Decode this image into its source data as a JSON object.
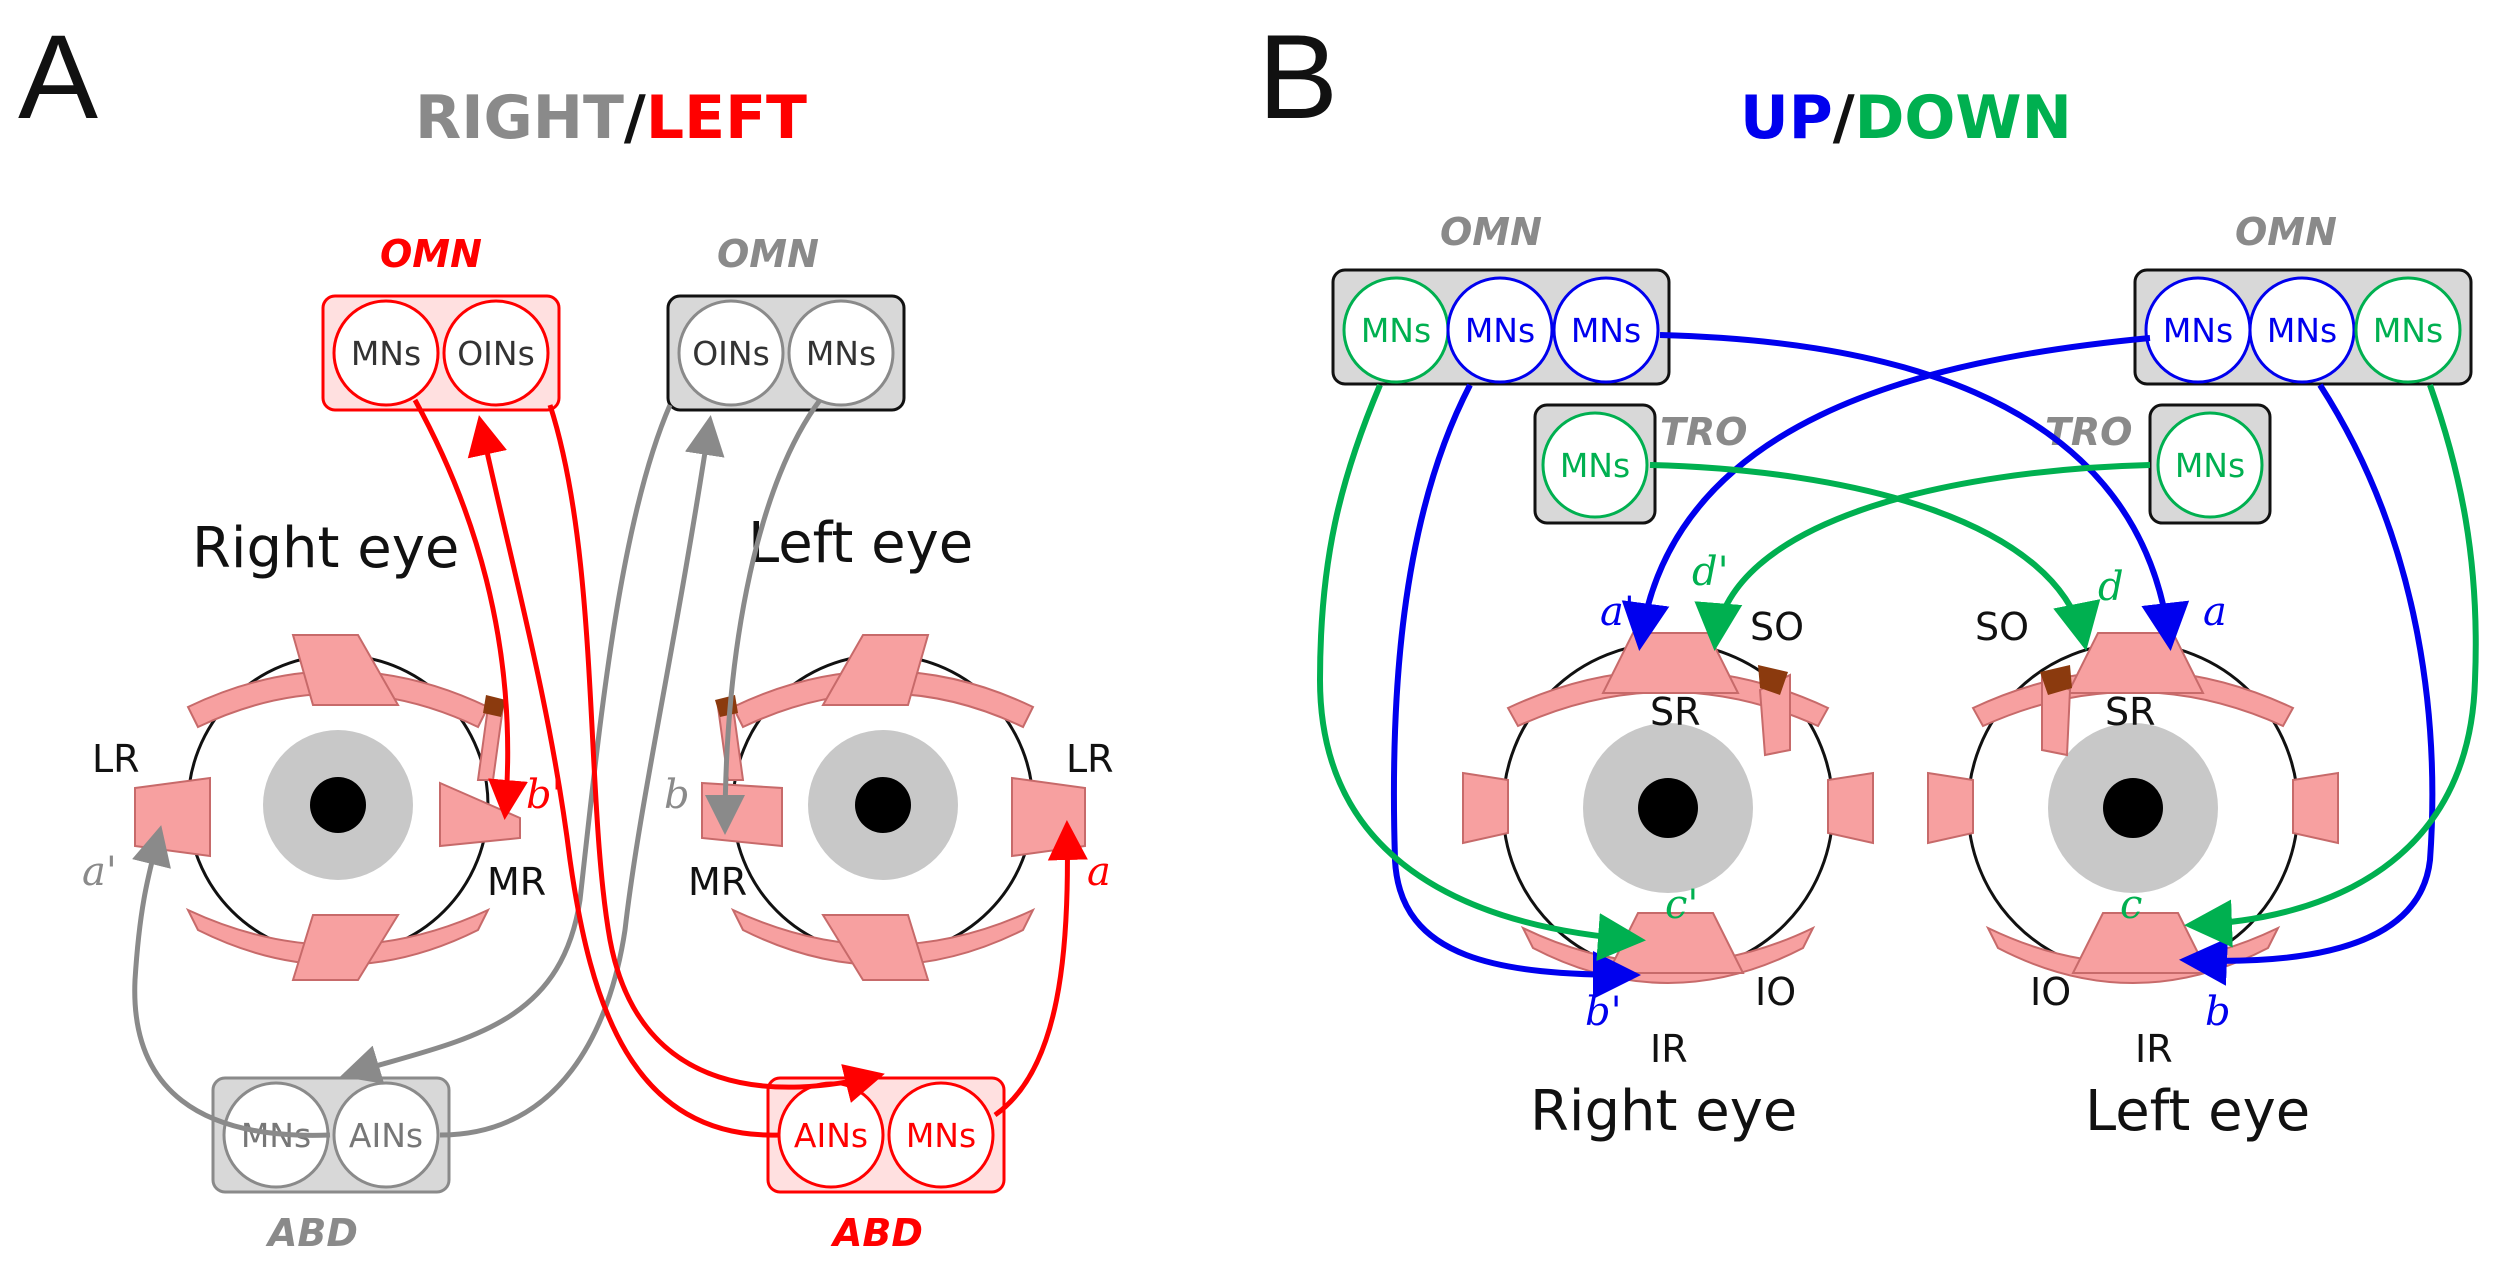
{
  "colors": {
    "gray": "#8a8a8a",
    "red": "#ff0000",
    "blue": "#0000ee",
    "green": "#00b050",
    "muscle_fill": "#f7a0a0",
    "muscle_stroke": "#c76a6a",
    "tendon": "#8b3a0e",
    "box_gray": "#d8d8d8"
  },
  "panel_a": {
    "letter": "A",
    "title_right": "RIGHT",
    "title_sep": "/",
    "title_left": "LEFT",
    "omn_red": {
      "label": "OMN",
      "cells": [
        "MNs",
        "OINs"
      ]
    },
    "omn_gray": {
      "label": "OMN",
      "cells": [
        "OINs",
        "MNs"
      ]
    },
    "abd_gray": {
      "label": "ABD",
      "cells": [
        "MNs",
        "AINs"
      ]
    },
    "abd_red": {
      "label": "ABD",
      "cells": [
        "AINs",
        "MNs"
      ]
    },
    "right_eye_label": "Right eye",
    "left_eye_label": "Left eye",
    "muscles": {
      "lr_right": "LR",
      "mr_right": "MR",
      "mr_left": "MR",
      "lr_left": "LR"
    },
    "path_letters": {
      "a_prime": "a'",
      "b_prime": "b'",
      "b": "b",
      "a": "a"
    }
  },
  "panel_b": {
    "letter": "B",
    "title_up": "UP",
    "title_sep": "/",
    "title_down": "DOWN",
    "omn_left": {
      "label": "OMN",
      "cells": [
        "MNs",
        "MNs",
        "MNs"
      ]
    },
    "omn_right": {
      "label": "OMN",
      "cells": [
        "MNs",
        "MNs",
        "MNs"
      ]
    },
    "tro_left": {
      "label": "TRO",
      "cells": [
        "MNs"
      ]
    },
    "tro_right": {
      "label": "TRO",
      "cells": [
        "MNs"
      ]
    },
    "right_eye_label": "Right eye",
    "left_eye_label": "Left eye",
    "muscles": {
      "so_right": "SO",
      "sr_right": "SR",
      "io_right": "IO",
      "ir_right": "IR",
      "so_left": "SO",
      "sr_left": "SR",
      "io_left": "IO",
      "ir_left": "IR"
    },
    "path_letters": {
      "a_prime": "a'",
      "d_prime": "d'",
      "c_prime": "c'",
      "b_prime": "b'",
      "d": "d",
      "a": "a",
      "c": "c",
      "b": "b"
    }
  }
}
